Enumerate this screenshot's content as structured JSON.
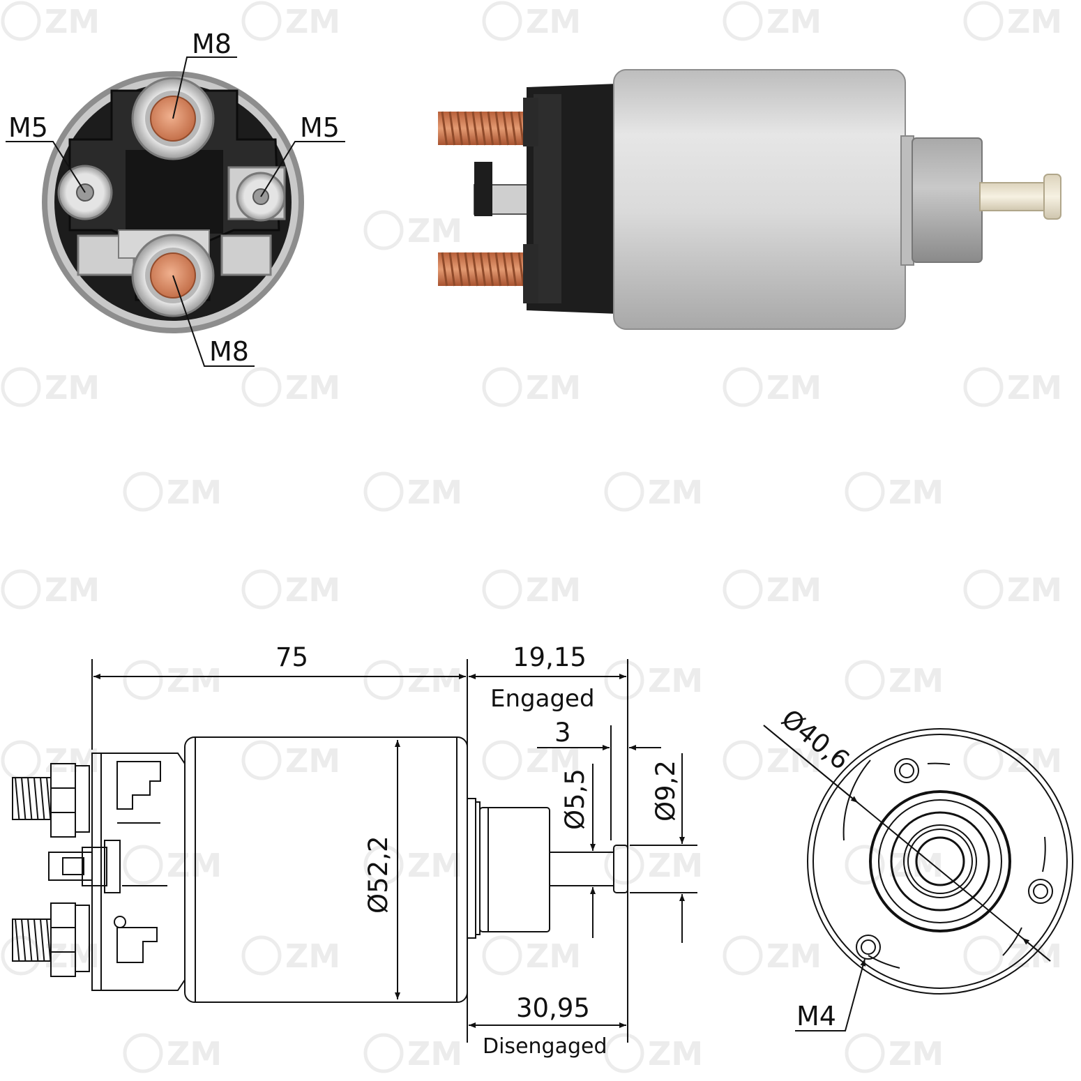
{
  "watermark": "ZM",
  "photo_labels": {
    "top_terminal": "M8",
    "left_terminal": "M5",
    "right_terminal": "M5",
    "bottom_terminal": "M8"
  },
  "side_view": {
    "body_length": "75",
    "stroke_engaged": "19,15",
    "engaged_label": "Engaged",
    "plunger_tip": "3",
    "inner_diameter": "Ø5,5",
    "tip_diameter": "Ø9,2",
    "body_diameter": "Ø52,2",
    "stroke_disengaged": "30,95",
    "disengaged_label": "Disengaged"
  },
  "end_view": {
    "bolt_circle": "Ø40,6",
    "mount_thread": "M4"
  },
  "colors": {
    "copper": "#d4825a",
    "steel": "#d9d9d9",
    "housing_black": "#1b1b1b",
    "plunger_tip": "#ece4cf"
  }
}
